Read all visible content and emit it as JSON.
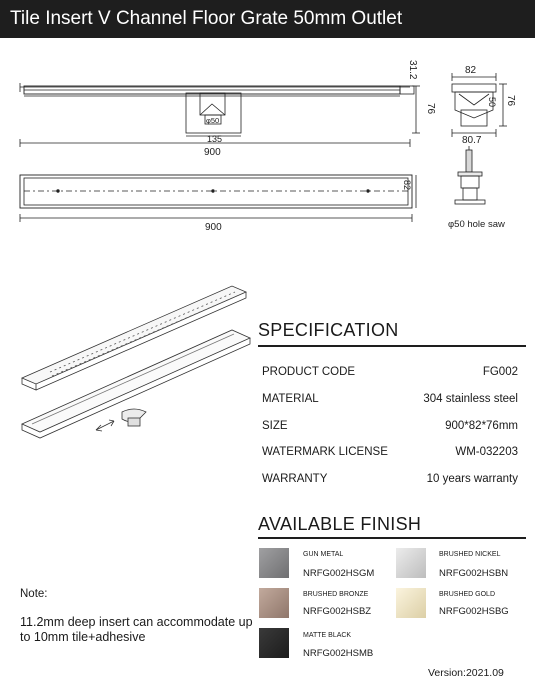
{
  "title": "Tile Insert V Channel Floor Grate 50mm Outlet",
  "drawing": {
    "dim_900_top": "900",
    "dim_135": "135",
    "dim_phi50": "φ50",
    "dim_76_front": "76",
    "dim_31_2": "31.2",
    "dim_82_top": "82",
    "dim_50_side": "50",
    "dim_76_side": "76",
    "dim_80_7": "80.7",
    "dim_82_plan": "82",
    "dim_900_plan": "900",
    "hole_saw": "φ50 hole saw"
  },
  "specification": {
    "heading": "SPECIFICATION",
    "rows": [
      {
        "label": "PRODUCT CODE",
        "value": "FG002"
      },
      {
        "label": "MATERIAL",
        "value": "304 stainless steel"
      },
      {
        "label": "SIZE",
        "value": "900*82*76mm"
      },
      {
        "label": "WATERMARK LICENSE",
        "value": "WM-032203"
      },
      {
        "label": "WARRANTY",
        "value": "10 years warranty"
      }
    ]
  },
  "finishes": {
    "heading": "AVAILABLE FINISH",
    "items": [
      {
        "name": "GUN METAL",
        "code": "NRFG002HSGM",
        "color": "#8c8c8e"
      },
      {
        "name": "BRUSHED NICKEL",
        "code": "NRFG002HSBN",
        "color": "#d6d6d6"
      },
      {
        "name": "BRUSHED BRONZE",
        "code": "NRFG002HSBZ",
        "color": "#a88f82"
      },
      {
        "name": "BRUSHED GOLD",
        "code": "NRFG002HSBG",
        "color": "#efe5c8"
      },
      {
        "name": "MATTE BLACK",
        "code": "NRFG002HSMB",
        "color": "#2b2b2b"
      }
    ]
  },
  "note": {
    "label": "Note:",
    "text": "11.2mm deep insert can accommodate up to 10mm tile+adhesive"
  },
  "version": "Version:2021.09"
}
